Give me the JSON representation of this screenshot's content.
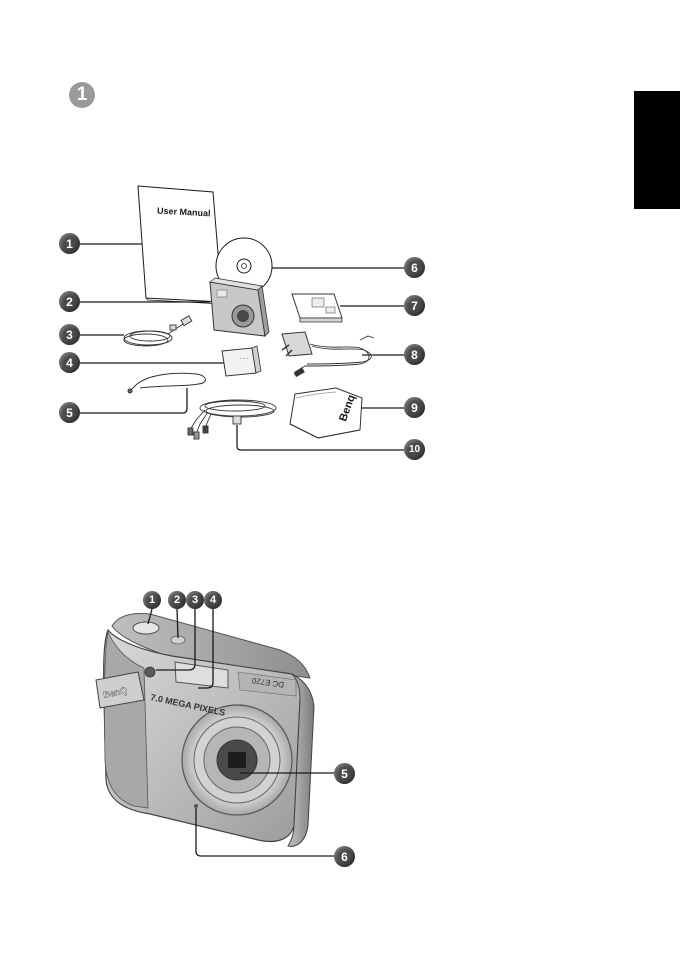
{
  "header": {
    "chapter_number": "1"
  },
  "contents_figure": {
    "manual_label": "User Manual",
    "case_brand": "Benq",
    "callouts": [
      "1",
      "2",
      "3",
      "4",
      "5",
      "6",
      "7",
      "8",
      "9",
      "10"
    ]
  },
  "camera_figure": {
    "brand_badge": "BenQ",
    "model_badge": "DC E720",
    "megapixel_label": "7.0 MEGA PIXELS",
    "callouts": [
      "1",
      "2",
      "3",
      "4",
      "5",
      "6"
    ]
  },
  "colors": {
    "callout": "#4a4a4a",
    "badge": "#9a9a9a",
    "side_tab": "#000000"
  }
}
